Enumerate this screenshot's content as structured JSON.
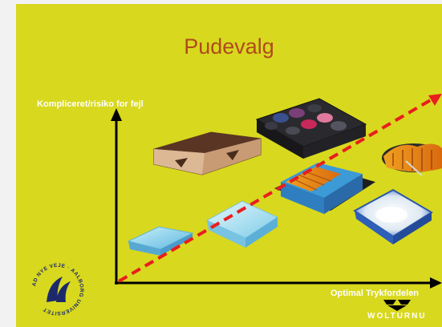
{
  "slide": {
    "title": "Pudevalg",
    "y_axis_label": "Kompliceret/risiko for fejl",
    "x_axis_label": "Optimal Trykfordelen",
    "brand": "WOLTURNU",
    "university_seal_text": "AD NYE VEJE · AALBORG UNIVERSITET"
  },
  "colors": {
    "slide_background": "#d8d81e",
    "title": "#b04a1c",
    "axis": "#000000",
    "trend_arrow": "#e81e1e"
  },
  "items": [
    {
      "name": "foam-wedge-cushion"
    },
    {
      "name": "gel-cushion-light-blue"
    },
    {
      "name": "brown-foam-cushion"
    },
    {
      "name": "orange-blue-foam-cushion"
    },
    {
      "name": "white-blue-gel-cushion"
    },
    {
      "name": "black-air-cell-cushion"
    },
    {
      "name": "orange-air-cushion"
    }
  ]
}
